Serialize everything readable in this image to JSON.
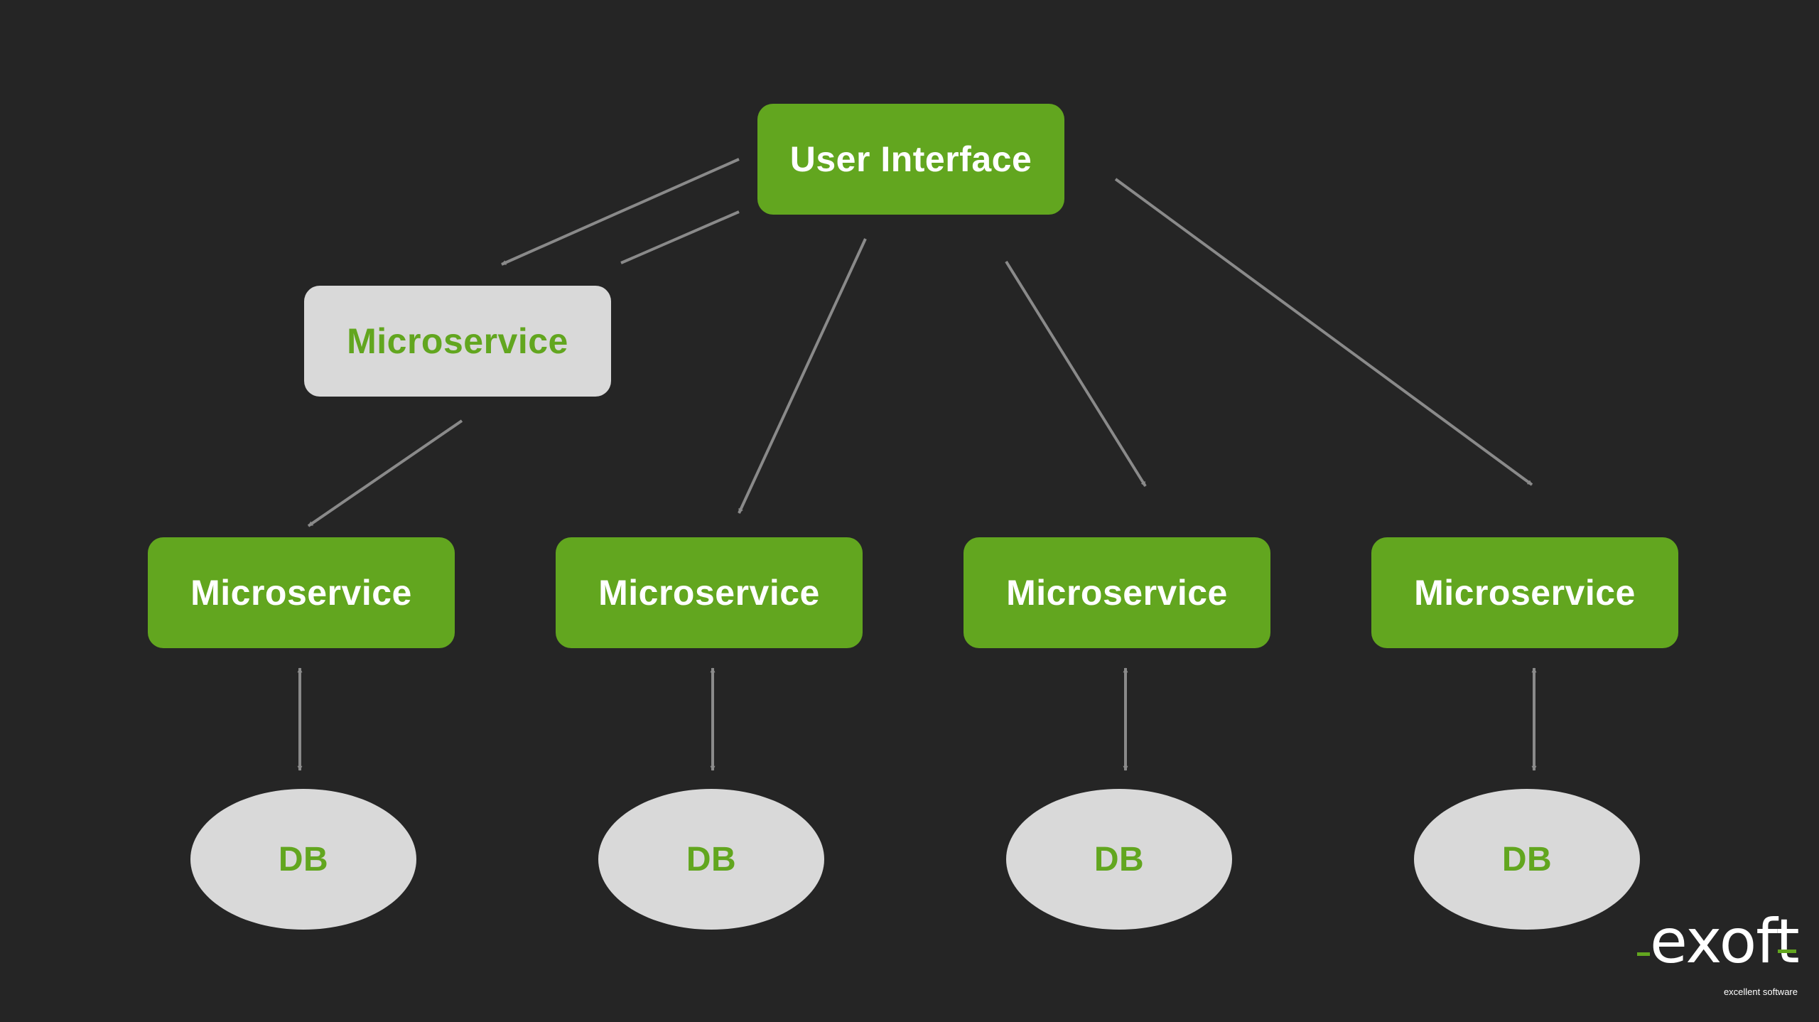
{
  "diagram": {
    "ui_node": {
      "label": "User Interface"
    },
    "gateway_node": {
      "label": "Microservice"
    },
    "service_nodes": [
      {
        "label": "Microservice"
      },
      {
        "label": "Microservice"
      },
      {
        "label": "Microservice"
      },
      {
        "label": "Microservice"
      }
    ],
    "db_nodes": [
      {
        "label": "DB"
      },
      {
        "label": "DB"
      },
      {
        "label": "DB"
      },
      {
        "label": "DB"
      }
    ],
    "colors": {
      "background": "#252525",
      "accent_green": "#62a61f",
      "light_grey": "#d9d9d9",
      "connector": "#8a8a8a"
    }
  },
  "logo": {
    "wordmark": "exoft",
    "tagline": "excellent software"
  }
}
